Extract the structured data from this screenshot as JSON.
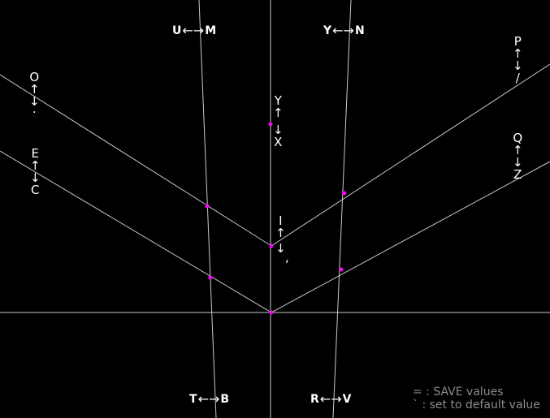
{
  "colors": {
    "background": "#000000",
    "line": "#c8c8c8",
    "point": "#ff00ff",
    "text": "#ffffff",
    "help": "#8c8c8c"
  },
  "horizontal_pairs": {
    "top_left": {
      "left": "U",
      "right": "M"
    },
    "top_right": {
      "left": "Y",
      "right": "N"
    },
    "bottom_left": {
      "left": "T",
      "right": "B"
    },
    "bottom_right": {
      "left": "R",
      "right": "V"
    }
  },
  "vertical_groups": {
    "upper_left": {
      "top": "O",
      "bottom": "."
    },
    "lower_left": {
      "top": "E",
      "bottom": "C"
    },
    "upper_right": {
      "top": "P",
      "bottom": "/"
    },
    "lower_right": {
      "top": "Q",
      "bottom": "Z"
    },
    "center_top": {
      "top": "Y",
      "bottom": "X"
    },
    "center_mid": {
      "top": "I",
      "bottom": ","
    }
  },
  "help": {
    "save": "= : SAVE values",
    "reset": "` : set to default value"
  }
}
